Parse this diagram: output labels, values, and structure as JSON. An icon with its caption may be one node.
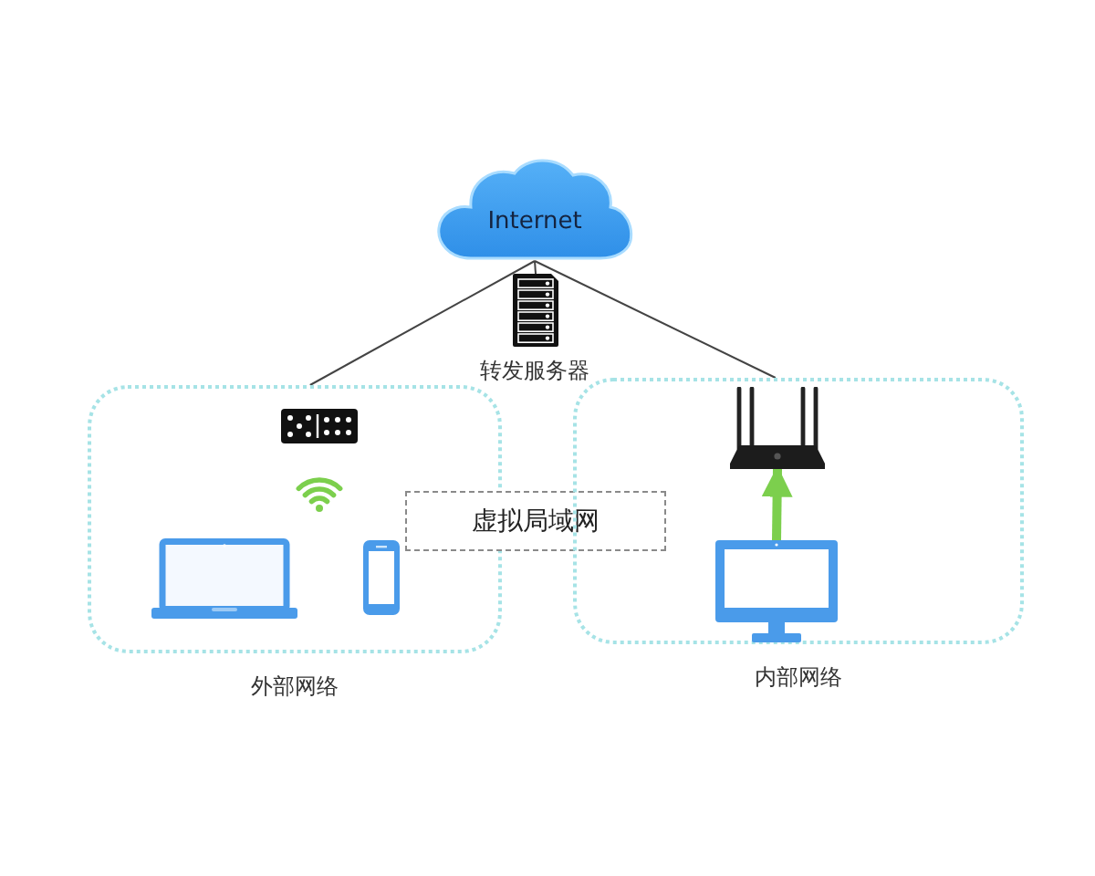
{
  "diagram": {
    "nodes": [
      {
        "text": [
          "Internet"
        ]
      },
      {
        "text": [],
        "shape": "picture",
        "beside": [
          "转发服务器"
        ]
      },
      {
        "text": [
          "外部网络"
        ]
      },
      {
        "text": [],
        "shape": "picture",
        "in": 2
      },
      {
        "text": [],
        "shape": "picture",
        "in": 2
      },
      {
        "text": [],
        "shape": "picture",
        "in": 2
      },
      {
        "text": [],
        "shape": "picture",
        "in": 2
      },
      {
        "text": [
          "虚拟局域网"
        ]
      },
      {
        "text": [
          "内部网络"
        ]
      },
      {
        "text": [],
        "shape": "picture",
        "in": 8
      },
      {
        "text": [],
        "shape": "picture",
        "in": 8
      }
    ],
    "edges": [
      {
        "from": 0,
        "to": 1,
        "arrow": "none"
      },
      {
        "from": 0,
        "to": 2,
        "arrow": "none"
      },
      {
        "from": 0,
        "to": 8,
        "arrow": "none"
      },
      {
        "from": 10,
        "to": 9,
        "arrow": "to",
        "style": "thick",
        "color": "#7ccf4d"
      }
    ]
  }
}
